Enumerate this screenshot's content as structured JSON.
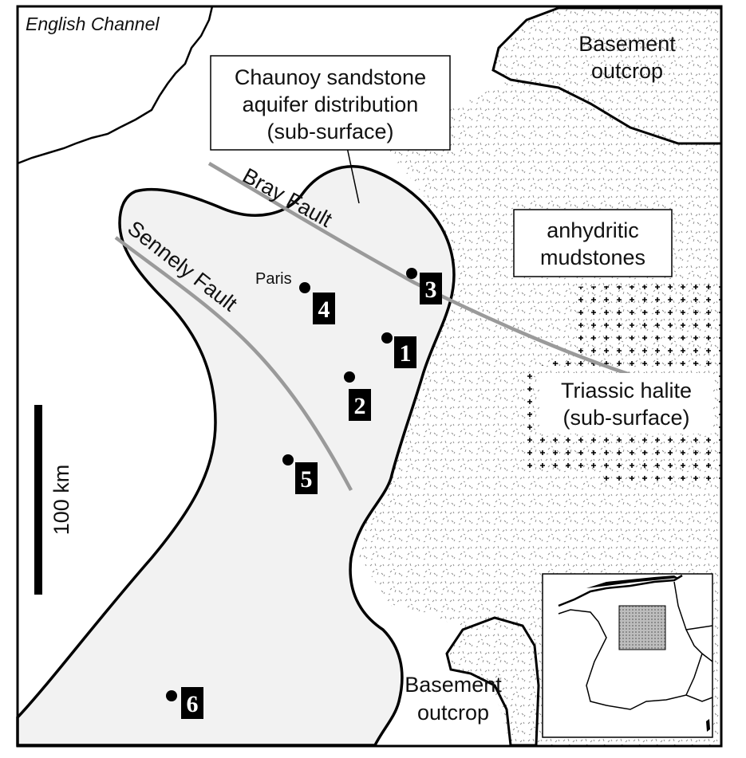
{
  "labels": {
    "english_channel": "English Channel",
    "basement_outcrop_top_line1": "Basement",
    "basement_outcrop_top_line2": "outcrop",
    "basement_outcrop_bottom_line1": "Basement",
    "basement_outcrop_bottom_line2": "outcrop",
    "chaunoy_line1": "Chaunoy sandstone",
    "chaunoy_line2": "aquifer distribution",
    "chaunoy_line3": "(sub-surface)",
    "anhydritic_line1": "anhydritic",
    "anhydritic_line2": "mudstones",
    "halite_line1": "Triassic halite",
    "halite_line2": "(sub-surface)",
    "bray_fault": "Bray Fault",
    "sennely_fault": "Sennely Fault",
    "paris": "Paris",
    "scale": "100 km"
  },
  "sites": [
    "1",
    "2",
    "3",
    "4",
    "5",
    "6"
  ],
  "colors": {
    "aquifer_fill": "#f2f2f2",
    "fault_gray": "#9a9a9a",
    "outline": "#000000",
    "inset_box": "#9a9a9a"
  }
}
